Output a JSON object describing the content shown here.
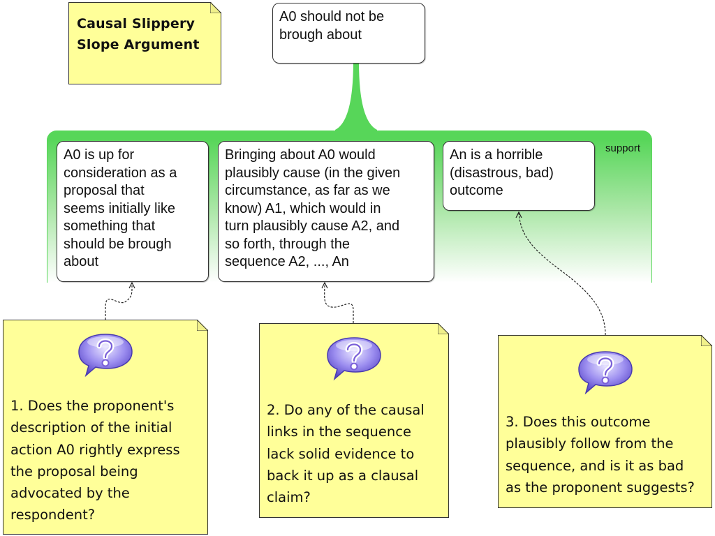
{
  "diagram": {
    "title": "Causal Slippery Slope Argument",
    "title_lines": [
      "Causal Slippery",
      "Slope Argument"
    ],
    "conclusion": {
      "lines": [
        "A0 should not be",
        "brough about"
      ]
    },
    "support_label": "support",
    "premises": [
      {
        "lines": [
          "A0 is up for",
          "consideration as a",
          "proposal that",
          "seems initially like",
          "something that",
          "should be brough",
          "about"
        ]
      },
      {
        "lines": [
          "Bringing about A0 would",
          "plausibly cause (in the given",
          "circumstance, as far as we",
          "know) A1, which would in",
          "turn plausibly cause A2, and",
          "so forth, through the",
          "sequence A2, ..., An"
        ]
      },
      {
        "lines": [
          "An is a horrible",
          "(disastrous, bad)",
          "outcome"
        ]
      }
    ],
    "critical_questions": [
      {
        "icon": "question-bubble-icon",
        "lines": [
          "1. Does the proponent's",
          "description of the initial",
          "action A0 rightly express",
          "the proposal being",
          "advocated by the",
          "respondent?"
        ]
      },
      {
        "icon": "question-bubble-icon",
        "lines": [
          "2. Do any of the causal",
          "links in the sequence",
          "lack solid evidence to",
          "back it up as a clausal",
          "claim?"
        ]
      },
      {
        "icon": "question-bubble-icon",
        "lines": [
          "3. Does this outcome",
          "plausibly follow from the",
          "sequence, and is it as bad",
          "as the proponent suggests?"
        ]
      }
    ]
  },
  "colors": {
    "support_green": "#57d659",
    "note_yellow": "#ffff99",
    "icon_purple": "#8a7ce8"
  }
}
